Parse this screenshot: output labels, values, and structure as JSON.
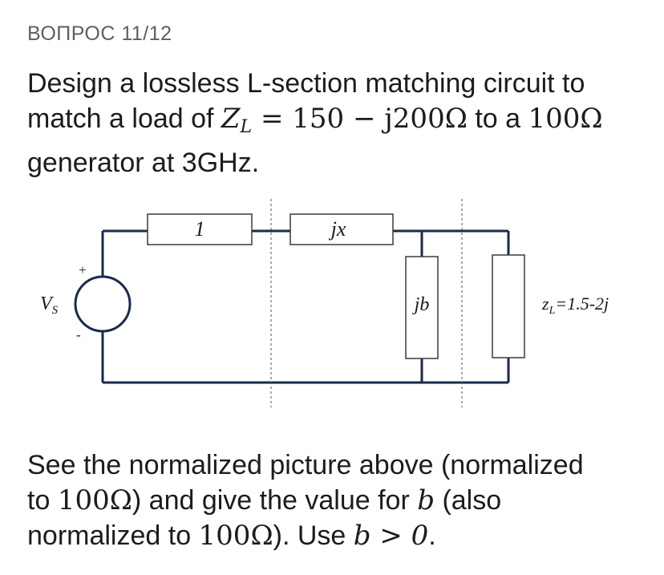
{
  "header": {
    "counter": "ВОПРОС 11/12"
  },
  "question": {
    "line1": "Design a lossless L-section matching circuit to",
    "line2_prefix": "match a load of ",
    "zl_symbol": "Z",
    "zl_sub": "L",
    "zl_value": " = 150 − j200Ω",
    "line2_mid": " to a ",
    "gen_value": "100Ω",
    "line3": "generator at 3GHz."
  },
  "circuit": {
    "line_label": "1",
    "series_label": "jx",
    "shunt_label": "jb",
    "load_label_z": "z",
    "load_label_sub": "L",
    "load_label_value": "=1.5-2j",
    "source_label_v": "V",
    "source_label_sub": "S",
    "plus_sign": "+",
    "minus_sign": "-",
    "wire_color": "#1b2a4a",
    "element_fill": "#ffffff"
  },
  "prompt": {
    "line1": "See the normalized picture above (normalized",
    "line2_prefix": "to ",
    "line2_value": "100Ω",
    "line2_suffix": ") and give the value for ",
    "b_symbol": "b",
    "line2_tail": " (also",
    "line3_prefix": "normalized to ",
    "line3_value": "100Ω",
    "line3_mid": "). Use ",
    "condition": "b > 0",
    "line3_end": "."
  }
}
